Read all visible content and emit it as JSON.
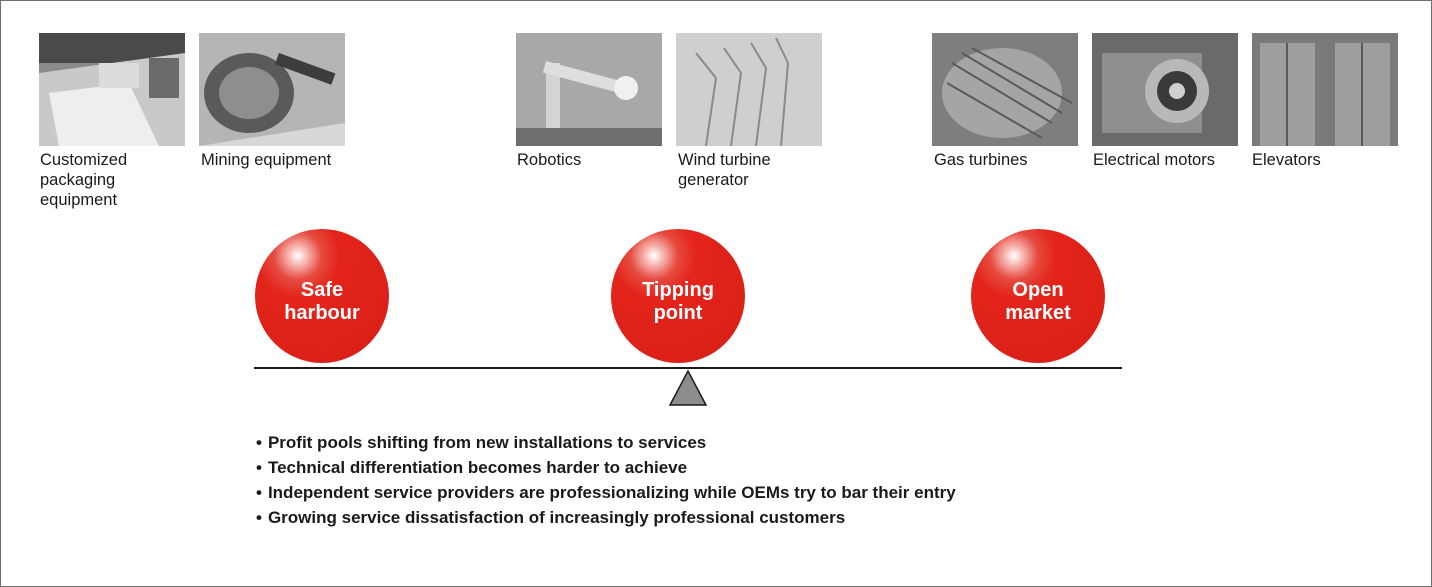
{
  "equipment": [
    {
      "caption": "Customized\npackaging\nequipment",
      "icon": "packaging-equipment-photo"
    },
    {
      "caption": "Mining equipment",
      "icon": "mining-equipment-photo"
    },
    {
      "caption": "Robotics",
      "icon": "robotics-photo"
    },
    {
      "caption": "Wind turbine\ngenerator",
      "icon": "wind-turbine-photo"
    },
    {
      "caption": "Gas turbines",
      "icon": "gas-turbine-photo"
    },
    {
      "caption": "Electrical motors",
      "icon": "electrical-motor-photo"
    },
    {
      "caption": "Elevators",
      "icon": "elevator-photo"
    }
  ],
  "balance": {
    "balls": [
      {
        "label": "Safe\nharbour"
      },
      {
        "label": "Tipping\npoint"
      },
      {
        "label": "Open\nmarket"
      }
    ],
    "ball_color": "#e3241b",
    "beam_color": "#1a1a1a",
    "fulcrum_color": "#8c8c8c"
  },
  "bullets": [
    "Profit pools shifting from new installations to services",
    "Technical differentiation becomes harder to achieve",
    "Independent service providers are professionalizing while OEMs try to bar their entry",
    "Growing service dissatisfaction of increasingly professional customers"
  ]
}
